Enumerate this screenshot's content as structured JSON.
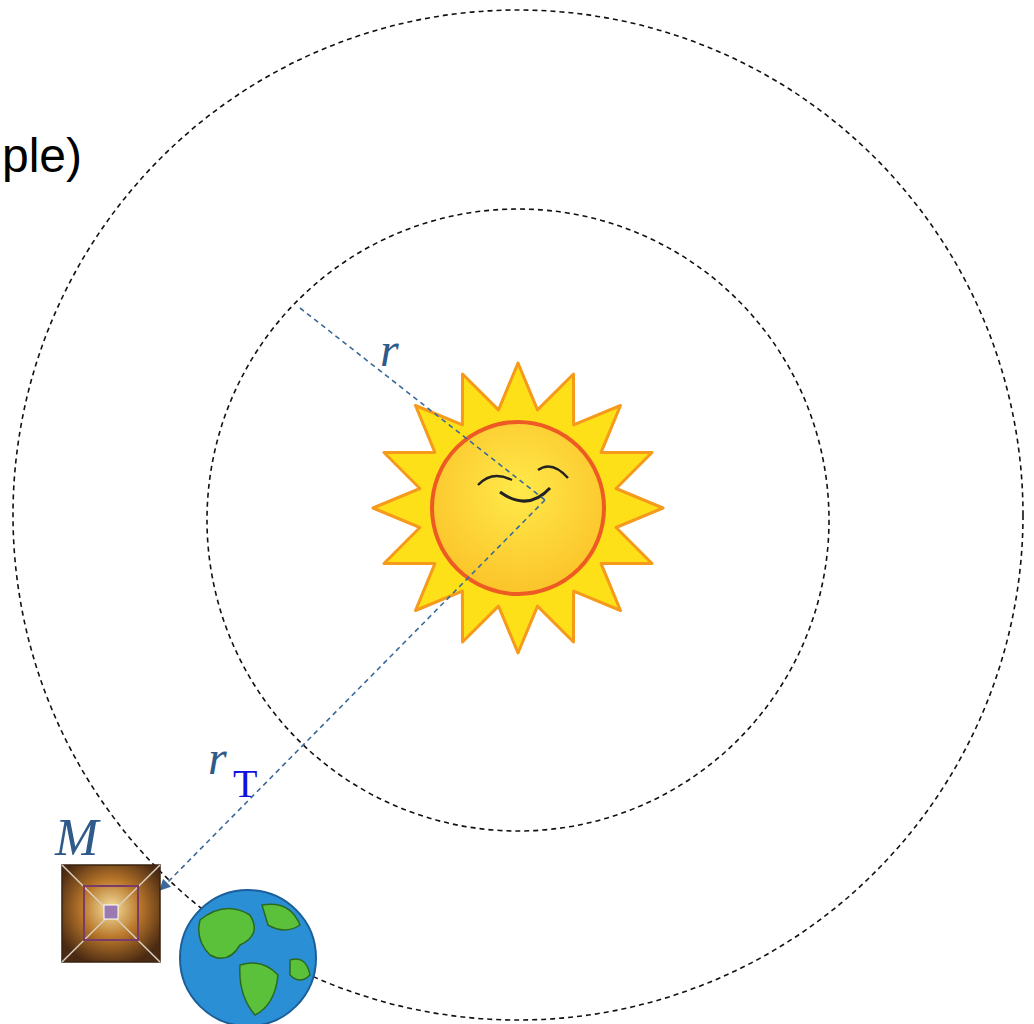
{
  "diagram": {
    "labels": [
      "ple)",
      "r",
      "r",
      "T",
      "M"
    ]
  }
}
